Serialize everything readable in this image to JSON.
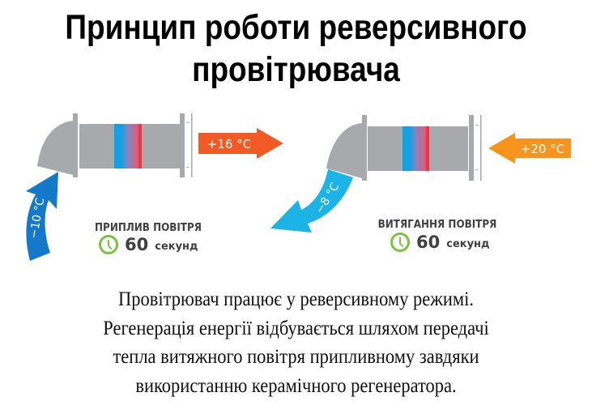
{
  "title": {
    "line1": "Принцип роботи реверсивного",
    "line2": "провітрювача"
  },
  "supply": {
    "label": "ПРИПЛИВ ПОВІТРЯ",
    "time_value": "60",
    "time_unit": "секунд",
    "inlet_temp": "−10 °C",
    "outlet_temp": "+16 °C",
    "icon": "clock-icon"
  },
  "exhaust": {
    "label": "ВИТЯГАННЯ ПОВІТРЯ",
    "time_value": "60",
    "time_unit": "секунд",
    "inlet_temp": "+20 °C",
    "outlet_temp": "−8 °C",
    "icon": "clock-icon"
  },
  "description": {
    "lines": [
      "Провітрювач працює у реверсивному режимі.",
      "Регенерація енергії відбувається шляхом передачі",
      "тепла витяжного повітря припливному завдяки",
      "використанню керамічного регенератора."
    ]
  },
  "colors": {
    "duct_gray": "#a7a9ac",
    "cold_blue": "#1479c9",
    "cold_cyan": "#1cb4e6",
    "hot_red_orange": "#f15a24",
    "warm_orange": "#f7941d",
    "clock_green": "#7cc242",
    "label_gray": "#3f3f3f"
  }
}
